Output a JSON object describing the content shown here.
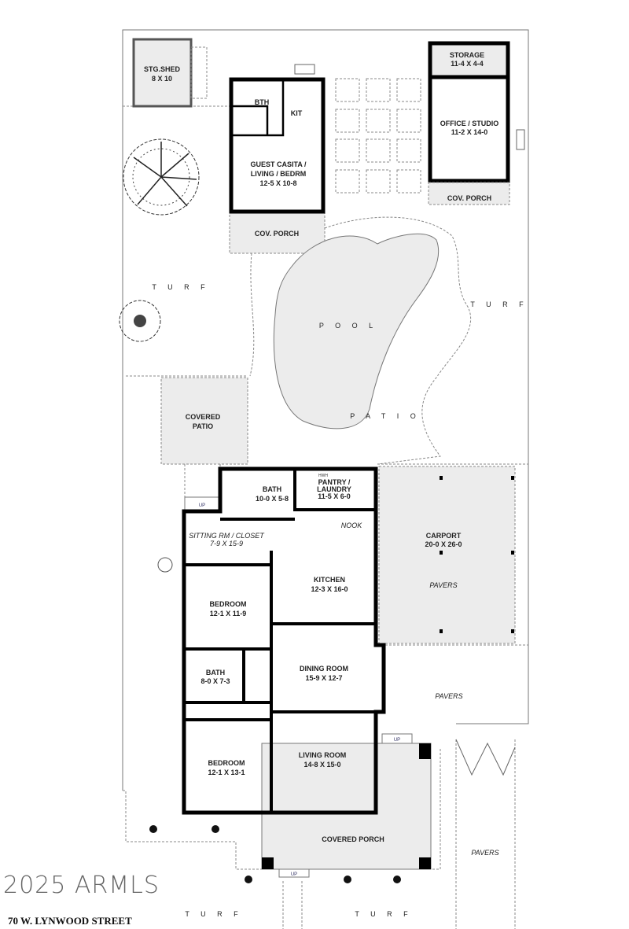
{
  "plan": {
    "structures": {
      "storage_shed": {
        "name": "STG.SHED",
        "size": "8 X 10"
      },
      "bath_casita": {
        "name": "BTH"
      },
      "kitchen_casita": {
        "name": "KIT"
      },
      "guest_casita": {
        "name_line1": "GUEST CASITA /",
        "name_line2": "LIVING / BEDRM",
        "size": "12-5  X  10-8"
      },
      "casita_porch": {
        "name": "COV. PORCH"
      },
      "storage": {
        "name": "STORAGE",
        "size": "11-4 X 4-4"
      },
      "office": {
        "name": "OFFICE / STUDIO",
        "size": "11-2  X  14-0"
      },
      "office_porch": {
        "name": "COV. PORCH"
      },
      "pool": {
        "name": "P O O L"
      },
      "covered_patio": {
        "name_line1": "COVERED",
        "name_line2": "PATIO"
      },
      "patio": {
        "name": "P A T I O"
      }
    },
    "house": {
      "bath_master": {
        "name": "BATH",
        "size": "10-0 X 5-8"
      },
      "pantry": {
        "name_line1": "PANTRY /",
        "name_line2": "LAUNDRY",
        "size": "11-5 X 6-0"
      },
      "sitting": {
        "name": "SITTING RM  /  CLOSET",
        "size": "7-9  X  15-9"
      },
      "nook": {
        "name": "NOOK"
      },
      "kitchen": {
        "name": "KITCHEN",
        "size": "12-3 X 16-0"
      },
      "bedroom1": {
        "name": "BEDROOM",
        "size": "12-1 X 11-9"
      },
      "bath2": {
        "name": "BATH",
        "size": "8-0 X 7-3"
      },
      "dining": {
        "name": "DINING ROOM",
        "size": "15-9  X  12-7"
      },
      "bedroom2": {
        "name": "BEDROOM",
        "size": "12-1 X 13-1"
      },
      "living": {
        "name": "LIVING ROOM",
        "size": "14-8  X  15-0"
      },
      "covered_porch": {
        "name": "COVERED PORCH"
      },
      "carport": {
        "name": "CARPORT",
        "size": "20-0 X 26-0"
      },
      "hwh": "HWH",
      "up1": "UP",
      "up2": "UP",
      "up3": "UP"
    },
    "landscape": {
      "turf_left": "T U R F",
      "turf_right": "T U R F",
      "turf_front_left": "T U R F",
      "turf_front_right": "T U R F",
      "pavers_carport": "PAVERS",
      "pavers_drive": "PAVERS",
      "pavers_front": "PAVERS"
    }
  },
  "watermark": "2025 ARMLS",
  "address": "70 W. LYNWOOD STREET"
}
